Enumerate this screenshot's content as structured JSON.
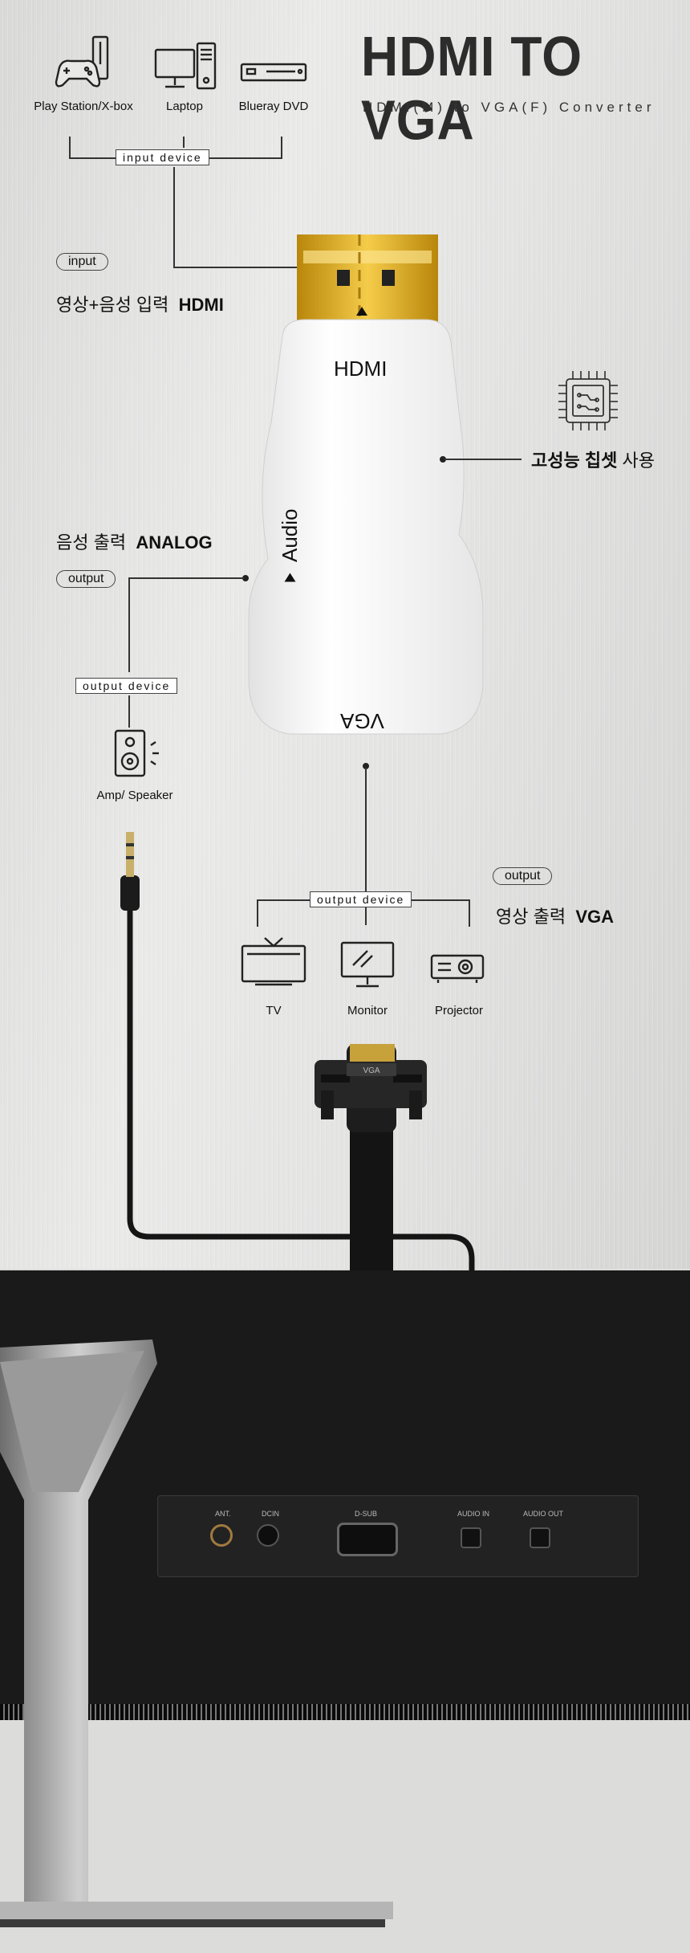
{
  "header": {
    "title": "HDMI TO VGA",
    "subtitle": "HDMI(M) to VGA(F) Converter"
  },
  "input_devices": {
    "items": [
      {
        "label": "Play Station/X-box",
        "icon": "gamepad-icon"
      },
      {
        "label": "Laptop",
        "icon": "desktop-computer-icon"
      },
      {
        "label": "Blueray DVD",
        "icon": "dvd-player-icon"
      }
    ],
    "box_label": "input device"
  },
  "input_section": {
    "pill": "input",
    "label_ko": "영상+음성 입력",
    "label_en": "HDMI"
  },
  "adapter": {
    "hdmi_text": "HDMI",
    "audio_text": "Audio",
    "vga_text": "VGA"
  },
  "chipset": {
    "icon": "chip-icon",
    "label_bold": "고성능 칩셋",
    "label_rest": "사용"
  },
  "audio_output": {
    "label_ko": "음성 출력",
    "label_en": "ANALOG",
    "pill": "output",
    "box_label": "output device",
    "device_label": "Amp/ Speaker",
    "device_icon": "speaker-icon"
  },
  "video_output": {
    "pill": "output",
    "label_ko": "영상 출력",
    "label_en": "VGA",
    "box_label": "output device",
    "devices": [
      {
        "label": "TV",
        "icon": "tv-icon"
      },
      {
        "label": "Monitor",
        "icon": "monitor-icon"
      },
      {
        "label": "Projector",
        "icon": "projector-icon"
      }
    ]
  },
  "monitor_ports": {
    "ant": "ANT.",
    "dc": "DCIN",
    "dsub": "D-SUB",
    "audio_in": "AUDIO IN",
    "audio_out": "AUDIO OUT"
  },
  "colors": {
    "background": "#e4e4e3",
    "adapter_white": "#f7f7f7",
    "hdmi_gold": "#d9a520",
    "monitor_black": "#1a1a1a"
  }
}
